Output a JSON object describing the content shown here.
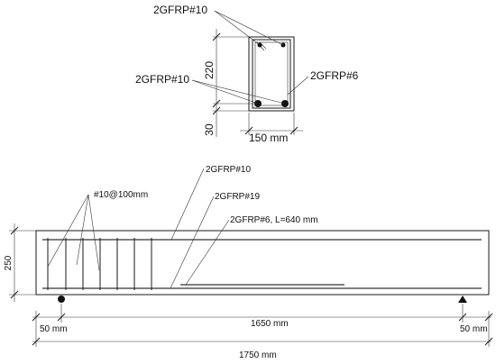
{
  "cross_section": {
    "label_top_bars": "2GFRP#10",
    "label_bottom_bars": "2GFRP#10",
    "label_stirrup": "2GFRP#6",
    "dim_height": "220",
    "dim_cover": "30",
    "dim_width": "150 mm"
  },
  "elevation": {
    "label_stirrups": "#10@100mm",
    "label_top_bars": "2GFRP#10",
    "label_bottom_bars": "2GFRP#19",
    "label_short_bars": "2GFRP#6, L=640 mm",
    "dim_height": "250",
    "dim_overhang_left": "50 mm",
    "dim_span": "1650 mm",
    "dim_overhang_right": "50 mm",
    "dim_total_length": "1750 mm"
  },
  "colors": {
    "line": "#1a1a1a",
    "background": "#ffffff"
  }
}
